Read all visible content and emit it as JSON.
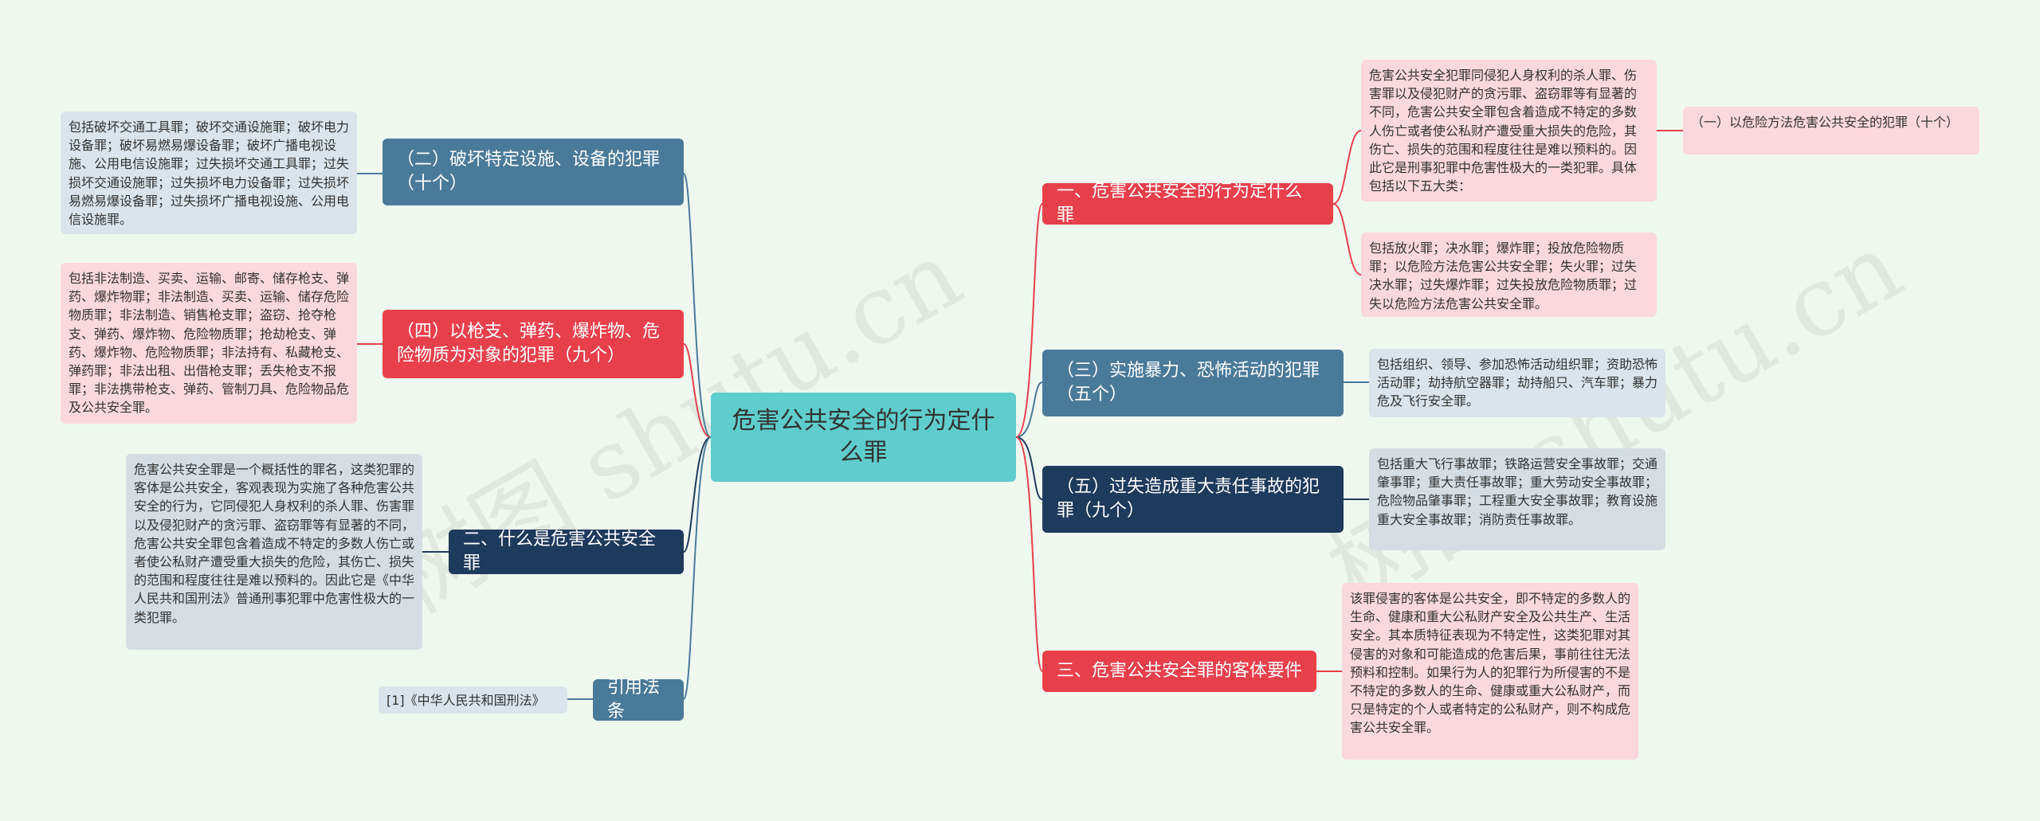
{
  "watermark": "树图 shutu.cn",
  "center": "危害公共安全的行为定什么罪",
  "left": {
    "b1": {
      "label": "（二）破坏特定设施、设备的犯罪（十个）",
      "leaf": "包括破坏交通工具罪；破坏交通设施罪；破坏电力设备罪；破坏易燃易爆设备罪；破坏广播电视设施、公用电信设施罪；过失损坏交通工具罪；过失损坏交通设施罪；过失损坏电力设备罪；过失损坏易燃易爆设备罪；过失损坏广播电视设施、公用电信设施罪。"
    },
    "b2": {
      "label": "（四）以枪支、弹药、爆炸物、危险物质为对象的犯罪（九个）",
      "leaf": "包括非法制造、买卖、运输、邮寄、储存枪支、弹药、爆炸物罪；非法制造、买卖、运输、储存危险物质罪；非法制造、销售枪支罪；盗窃、抢夺枪支、弹药、爆炸物、危险物质罪；抢劫枪支、弹药、爆炸物、危险物质罪；非法持有、私藏枪支、弹药罪；非法出租、出借枪支罪；丢失枪支不报罪；非法携带枪支、弹药、管制刀具、危险物品危及公共安全罪。"
    },
    "b3": {
      "label": "二、什么是危害公共安全罪",
      "leaf": "危害公共安全罪是一个概括性的罪名，这类犯罪的客体是公共安全，客观表现为实施了各种危害公共安全的行为，它同侵犯人身权利的杀人罪、伤害罪以及侵犯财产的贪污罪、盗窃罪等有显著的不同，危害公共安全罪包含着造成不特定的多数人伤亡或者使公私财产遭受重大损失的危险，其伤亡、损失的范围和程度往往是难以预料的。因此它是《中华人民共和国刑法》普通刑事犯罪中危害性极大的一类犯罪。"
    },
    "b4": {
      "label": "引用法条",
      "leaf": "[1]《中华人民共和国刑法》"
    }
  },
  "right": {
    "b1": {
      "label": "一、危害公共安全的行为定什么罪",
      "leaf1": "危害公共安全犯罪同侵犯人身权利的杀人罪、伤害罪以及侵犯财产的贪污罪、盗窃罪等有显著的不同，危害公共安全罪包含着造成不特定的多数人伤亡或者使公私财产遭受重大损失的危险，其伤亡、损失的范围和程度往往是难以预料的。因此它是刑事犯罪中危害性极大的一类犯罪。具体包括以下五大类：",
      "sub": "（一）以危险方法危害公共安全的犯罪（十个）",
      "leaf2": "包括放火罪；决水罪；爆炸罪；投放危险物质罪；以危险方法危害公共安全罪；失火罪；过失决水罪；过失爆炸罪；过失投放危险物质罪；过失以危险方法危害公共安全罪。"
    },
    "b2": {
      "label": "（三）实施暴力、恐怖活动的犯罪（五个）",
      "leaf": "包括组织、领导、参加恐怖活动组织罪；资助恐怖活动罪；劫持航空器罪；劫持船只、汽车罪；暴力危及飞行安全罪。"
    },
    "b3": {
      "label": "（五）过失造成重大责任事故的犯罪（九个）",
      "leaf": "包括重大飞行事故罪；铁路运营安全事故罪；交通肇事罪；重大责任事故罪；重大劳动安全事故罪；危险物品肇事罪；工程重大安全事故罪；教育设施重大安全事故罪；消防责任事故罪。"
    },
    "b4": {
      "label": "三、危害公共安全罪的客体要件",
      "leaf": "该罪侵害的客体是公共安全，即不特定的多数人的生命、健康和重大公私财产安全及公共生产、生活安全。其本质特征表现为不特定性，这类犯罪对其侵害的对象和可能造成的危害后果，事前往往无法预料和控制。如果行为人的犯罪行为所侵害的不是不特定的多数人的生命、健康或重大公私财产，而只是特定的个人或者特定的公私财产，则不构成危害公共安全罪。"
    }
  },
  "colors": {
    "background": "#eff8ef",
    "center": "#5fcdcc",
    "red": "#e8404b",
    "blue": "#4a7a9a",
    "navy": "#1e3a5c",
    "pink_leaf": "#fbd8dd",
    "grey_leaf": "#d5dde3"
  }
}
